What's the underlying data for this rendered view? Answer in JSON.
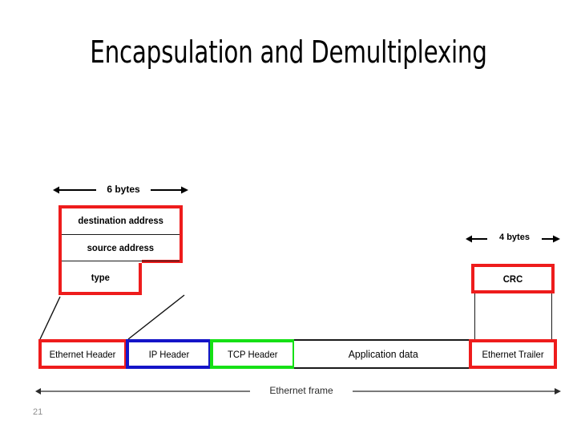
{
  "slide": {
    "title": "Encapsulation and Demultiplexing",
    "page_number": "21",
    "background_color": "#ffffff"
  },
  "colors": {
    "ethernet_red": "#ee1c1c",
    "ip_blue": "#1414c8",
    "tcp_green": "#15e015",
    "outline_black": "#1a1a1a",
    "page_number_gray": "#8e8e8e",
    "text_black": "#000000"
  },
  "diagram": {
    "type": "ethernet-frame-encapsulation",
    "frame_row": {
      "overall_label": "Ethernet frame",
      "fields": [
        {
          "label": "Ethernet Header",
          "border_color": "#ee1c1c",
          "order": 1
        },
        {
          "label": "IP Header",
          "border_color": "#1414c8",
          "order": 2
        },
        {
          "label": "TCP Header",
          "border_color": "#15e015",
          "order": 3
        },
        {
          "label": "Application data",
          "border_color": "#1a1a1a",
          "order": 4
        },
        {
          "label": "Ethernet Trailer",
          "border_color": "#ee1c1c",
          "order": 5
        }
      ]
    },
    "header_expansion": {
      "size_label": "6 bytes",
      "rows": [
        {
          "label": "destination address"
        },
        {
          "label": "source address"
        },
        {
          "label": "type"
        }
      ]
    },
    "trailer_expansion": {
      "size_label": "4 bytes",
      "rows": [
        {
          "label": "CRC"
        }
      ]
    }
  }
}
